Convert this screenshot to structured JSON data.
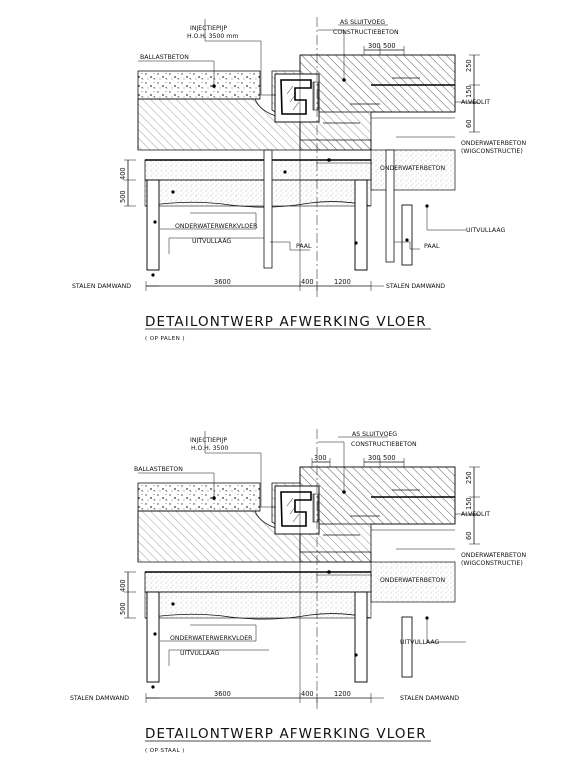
{
  "details": [
    {
      "title": "DETAILONTWERP AFWERKING VLOER",
      "subtitle": "( OP PALEN )",
      "labels": {
        "injectiepijp": "INJECTIEPIJP",
        "hoh": "H.O.H. 3500 mm",
        "as_sluitvoeg": "AS SLUITVOEG",
        "constructiebeton": "CONSTRUCTIEBETON",
        "ballastbeton": "BALLASTBETON",
        "alveolit": "ALVEOLIT",
        "onderwaterbeton": "ONDERWATERBETON",
        "wigconstructie": "(WIGCONSTRUCTIE)",
        "onderwaterbeton_lower": "ONDERWATERBETON",
        "onderwaterwerkvloer": "ONDERWATERWERKVLOER",
        "uitvullaag_left": "UITVULLAAG",
        "uitvullaag_right": "UITVULLAAG",
        "paal_left": "PAAL",
        "paal_right": "PAAL",
        "stalen_damwand_left": "STALEN DAMWAND",
        "stalen_damwand_right": "STALEN DAMWAND"
      },
      "dims": {
        "top_a": "300",
        "top_b": "500",
        "side_250": "250",
        "side_150": "150",
        "side_60": "60",
        "left_500": "500",
        "left_400": "400",
        "bottom_3600": "3600",
        "bottom_400": "400",
        "bottom_1200": "1200"
      }
    },
    {
      "title": "DETAILONTWERP AFWERKING VLOER",
      "subtitle": "( OP STAAL )",
      "labels": {
        "injectiepijp": "INJECTIEPIJP",
        "hoh": "H.O.H. 3500",
        "as_sluitvoeg": "AS SLUITVOEG",
        "constructiebeton": "CONSTRUCTIEBETON",
        "ballastbeton": "BALLASTBETON",
        "alveolit": "ALVEOLIT",
        "onderwaterbeton": "ONDERWATERBETON",
        "wigconstructie": "(WIGCONSTRUCTIE)",
        "onderwaterbeton_lower": "ONDERWATERBETON",
        "onderwaterwerkvloer": "ONDERWATERWERKVLOER",
        "uitvullaag_left": "UITVULLAAG",
        "uitvullaag_right": "UITVULLAAG",
        "stalen_damwand_left": "STALEN DAMWAND",
        "stalen_damwand_right": "STALEN DAMWAND"
      },
      "dims": {
        "top_300": "300",
        "top_a": "300",
        "top_b": "500",
        "side_250": "250",
        "side_150": "150",
        "side_60": "60",
        "left_500": "500",
        "left_400": "400",
        "bottom_3600": "3600",
        "bottom_400": "400",
        "bottom_1200": "1200"
      }
    }
  ]
}
